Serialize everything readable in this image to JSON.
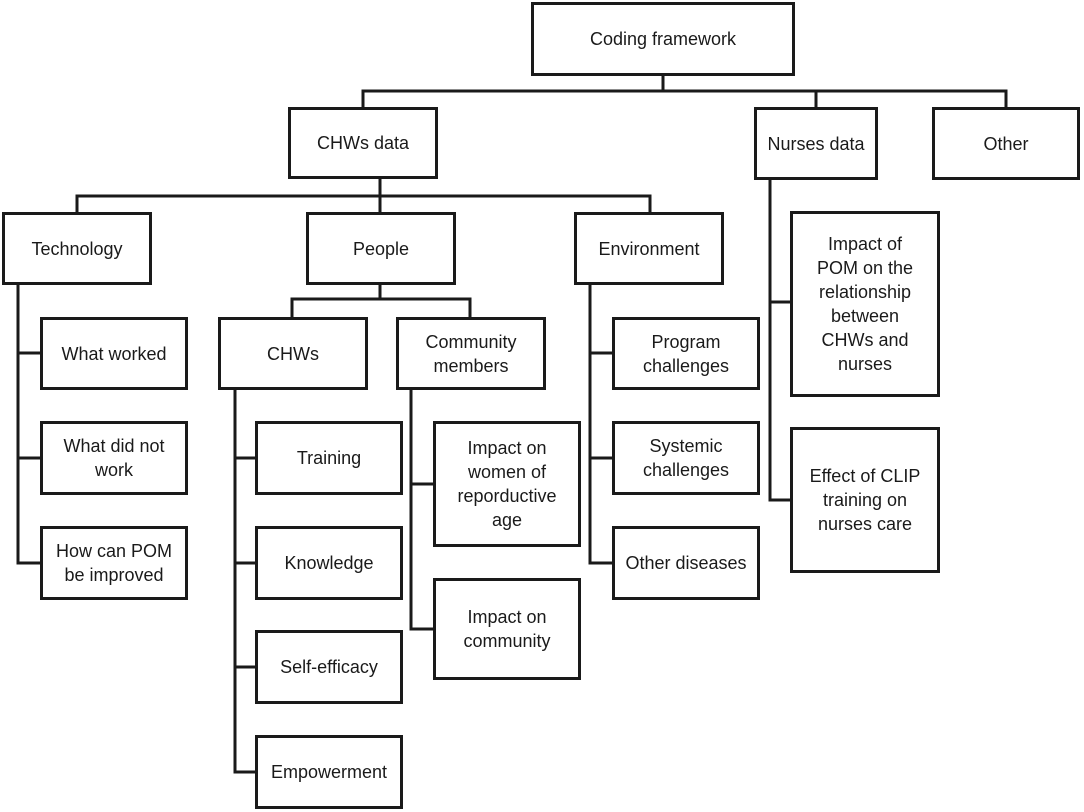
{
  "diagram": {
    "root": "Coding framework",
    "chws_data": "CHWs data",
    "nurses_data": "Nurses data",
    "other": "Other",
    "technology": {
      "label": "Technology",
      "items": [
        "What worked",
        "What did not\nwork",
        "How can POM\nbe improved"
      ]
    },
    "people": {
      "label": "People",
      "chws": {
        "label": "CHWs",
        "items": [
          "Training",
          "Knowledge",
          "Self-efficacy",
          "Empowerment"
        ]
      },
      "community": {
        "label": "Community\nmembers",
        "items": [
          "Impact on\nwomen of\nreporductive\nage",
          "Impact on\ncommunity"
        ]
      }
    },
    "environment": {
      "label": "Environment",
      "items": [
        "Program\nchallenges",
        "Systemic\nchallenges",
        "Other diseases"
      ]
    },
    "nurses_items": [
      "Impact of\nPOM on the\nrelationship\nbetween\nCHWs and\nnurses",
      "Effect of CLIP\ntraining on\nnurses care"
    ]
  }
}
